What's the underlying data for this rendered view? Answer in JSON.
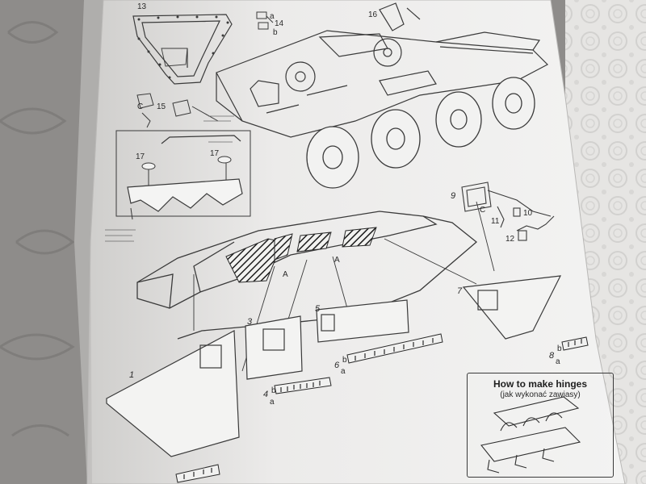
{
  "colors": {
    "background_left": "#8f8d8b",
    "background_right": "#e9e8e6",
    "paper": "#ecebea",
    "ink": "#3a3a3a"
  },
  "hinges_box": {
    "title": "How to make hinges",
    "subtitle": "(jak wykonać zawiasy)"
  },
  "part_labels": {
    "p1": "1",
    "p3": "3",
    "p4": "4",
    "p5": "5",
    "p6": "6",
    "p7": "7",
    "p8": "8",
    "p9": "9",
    "p10": "10",
    "p11": "11",
    "p12": "12",
    "p13": "13",
    "p14": "14",
    "p15": "15",
    "p16": "16",
    "p17a": "17",
    "p17b": "17",
    "a1": "A",
    "a2": "A",
    "la4": "a",
    "lb4": "b",
    "la6": "a",
    "lb6": "b",
    "la8": "a",
    "lb8": "b",
    "la_top": "a",
    "lb_top": "b",
    "c1": "C",
    "c2": "C"
  }
}
